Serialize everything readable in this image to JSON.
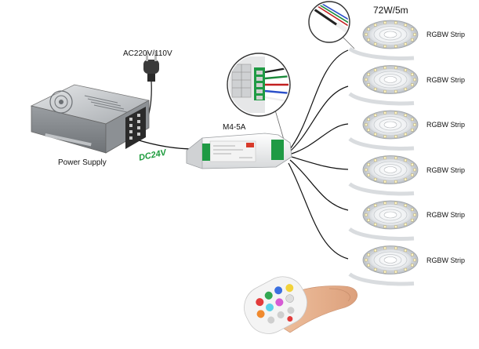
{
  "labels": {
    "ac_input": "AC220V/110V",
    "power_supply": "Power Supply",
    "dc_output": "DC24V",
    "controller_model": "M4-5A",
    "strip_rating": "72W/5m",
    "strip_label": "RGBW Strip"
  },
  "strip_count": 6,
  "colors": {
    "dc_label": "#1a9a3a",
    "wire": "#111111",
    "led_chip": "#fff6c8",
    "power_led": "#d83a2a"
  }
}
